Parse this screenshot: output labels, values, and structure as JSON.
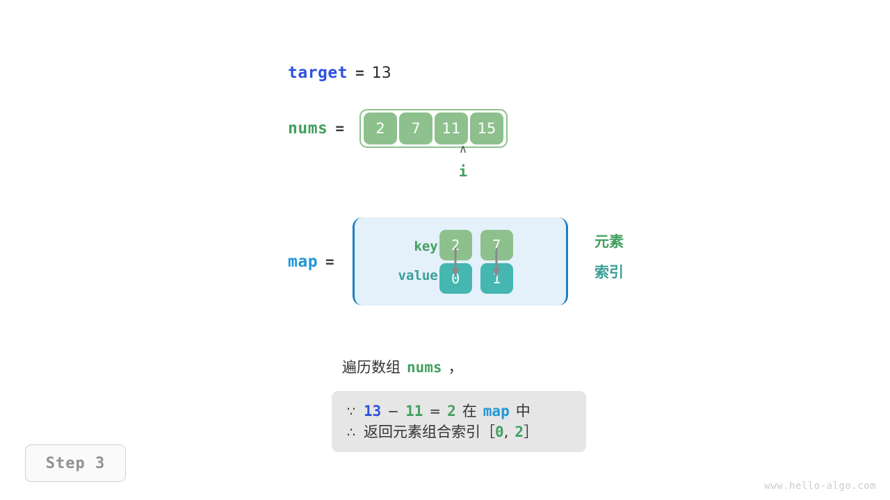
{
  "target": {
    "name": "target",
    "equals": "=",
    "value": "13"
  },
  "nums": {
    "name": "nums",
    "equals": "=",
    "cells": [
      "2",
      "7",
      "11",
      "15"
    ],
    "pointer": {
      "caret": "∧",
      "label": "i",
      "index": 2
    }
  },
  "map": {
    "name": "map",
    "equals": "=",
    "key_label": "key",
    "value_label": "value",
    "entries": [
      {
        "key": "2",
        "value": "0"
      },
      {
        "key": "7",
        "value": "1"
      }
    ],
    "legend": {
      "element": "元素",
      "index": "索引"
    }
  },
  "caption": {
    "prefix": "遍历数组",
    "code": "nums",
    "suffix": "，"
  },
  "reason": {
    "line1": {
      "symbol": "∵",
      "a": "13",
      "minus": "−",
      "b": "11",
      "eq": "=",
      "c": "2",
      "mid": "在",
      "map": "map",
      "tail": "中"
    },
    "line2": {
      "symbol": "∴",
      "text": "返回元素组合索引",
      "bracket_open": "［",
      "idx1": "0",
      "comma": ",",
      "idx2": "2",
      "bracket_close": "］"
    }
  },
  "step_badge": "Step 3",
  "watermark": "www.hello-algo.com",
  "colors": {
    "green_box": "#8dc08d",
    "teal_box": "#45b6b0",
    "green_text": "#41a05f",
    "teal_text": "#3a9e97",
    "blue_var": "#2d51e0",
    "blue_map": "#2196d8",
    "map_panel_bg": "#e4f0fa",
    "map_panel_border": "#1a7ec4",
    "reason_bg": "#e6e6e6",
    "arrow": "#8a8a8a"
  }
}
